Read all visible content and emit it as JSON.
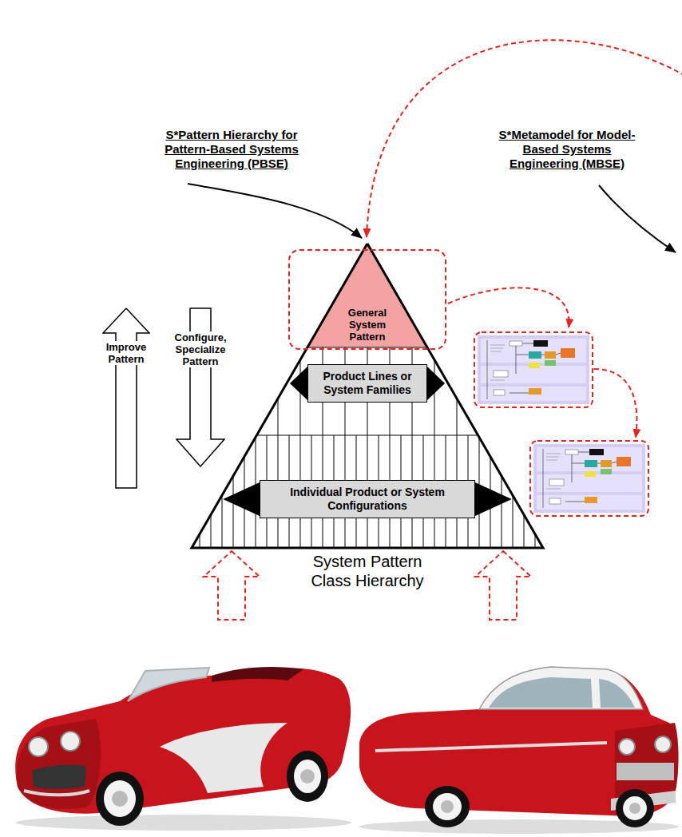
{
  "diagram": {
    "nodes": [
      {
        "text": [
          "System Pattern Class Hierarchy"
        ]
      },
      {
        "text": [
          "General System Pattern"
        ],
        "in": 0
      },
      {
        "text": [
          "Product Lines or System Families"
        ],
        "in": 0
      },
      {
        "text": [
          "Individual Product or System Configurations"
        ],
        "in": 0
      },
      {
        "text": [
          "Improve Pattern"
        ]
      },
      {
        "text": [
          "Configure, Specialize Pattern"
        ]
      }
    ],
    "labels": [
      "S*Pattern Hierarchy for Pattern-Based Systems Engineering (PBSE)",
      "S*Metamodel for Model-Based Systems Engineering (MBSE)"
    ]
  }
}
